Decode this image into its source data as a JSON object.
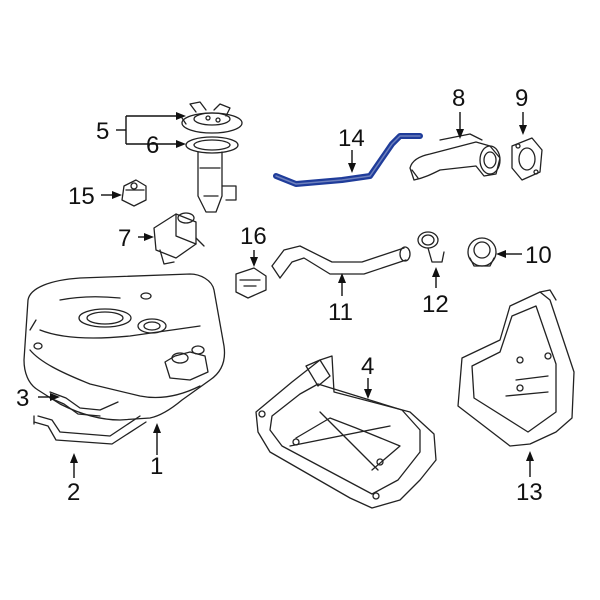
{
  "highlight_color": "#1f3c9a",
  "line_color": "#222222",
  "callouts": {
    "c1": "1",
    "c2": "2",
    "c3": "3",
    "c4": "4",
    "c5": "5",
    "c6": "6",
    "c7": "7",
    "c8": "8",
    "c9": "9",
    "c10": "10",
    "c11": "11",
    "c12": "12",
    "c13": "13",
    "c14": "14",
    "c15": "15",
    "c16": "16"
  }
}
